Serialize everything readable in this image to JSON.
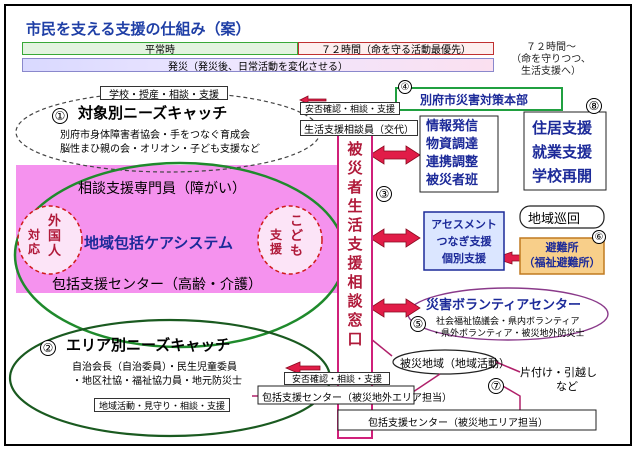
{
  "title": "市民を支える支援の仕組み（案）",
  "bands": {
    "heiji": "平常時",
    "h72": "７２時間（命を守る活動最優先）",
    "h72_after": [
      "７２時間～",
      "（命を守りつつ、",
      "生活支援へ）"
    ],
    "hassai": "発災（発災後、日常活動を変化させる）"
  },
  "colors": {
    "pink_band": "#f592ee",
    "title_blue": "#1f3fa6",
    "green": "#1f8a2c",
    "red": "#b01a3a",
    "navy": "#1c2a99"
  },
  "top_group": {
    "number": "①",
    "tag": "学校・授産・相談・支援",
    "heading": "対象別ニーズキャッチ",
    "line1": "別府市身体障害者協会・手をつなぐ育成会",
    "line2": "脳性まひ親の会・オリオン・子ども支援など",
    "confirm": "安否確認・相談・支援",
    "staff": "生活支援相談員（交代）"
  },
  "center_pink": {
    "specialist": "相談支援専門員（障がい）",
    "system": "地域包括ケアシステム",
    "foreign": [
      "外",
      "国",
      "人"
    ],
    "foreign_side": [
      "対",
      "応"
    ],
    "child": [
      "こ",
      "ど",
      "も"
    ],
    "child_side": [
      "支",
      "援"
    ],
    "center": "包括支援センター（高齢・介護）"
  },
  "area_group": {
    "number": "②",
    "heading": "エリア別ニーズキャッチ",
    "line1": "自治会長（自治委員）・民生児童委員",
    "line2": "・地区社協・福祉協力員・地元防災士",
    "confirm": "安否確認・相談・支援",
    "tag": "地域活動・見守り・相談・支援"
  },
  "hq": {
    "number": "④",
    "name": "別府市災害対策本部"
  },
  "hq_units": [
    "情報発信",
    "物資調達",
    "連携調整",
    "被災者班"
  ],
  "services": {
    "number": "⑧",
    "items": [
      "住居支援",
      "就業支援",
      "学校再開"
    ]
  },
  "vertical_window": {
    "number": "③",
    "text": [
      "被",
      "災",
      "者",
      "生",
      "活",
      "支",
      "援",
      "相",
      "談",
      "窓",
      "口"
    ]
  },
  "assessment": {
    "lines": [
      "アセスメント",
      "つなぎ支援",
      "個別支援"
    ]
  },
  "patrol": "地域巡回",
  "shelter": {
    "number": "⑥",
    "line1": "避難所",
    "line2": "（福祉避難所）"
  },
  "volunteer": {
    "number": "⑤",
    "name": "災害ボランティアセンター",
    "line1": "社会福祉協議会・県内ボランティア",
    "line2": "・県外ボランティア・被災地外防災士"
  },
  "disaster_area": {
    "number": "⑦",
    "name": "被災地域（地域活動）",
    "action1": "片付け・引越し",
    "action2": "など"
  },
  "centers": {
    "outside": "包括支援センター（被災地外エリア担当）",
    "inside": "包括支援センター（被災地エリア担当）"
  }
}
